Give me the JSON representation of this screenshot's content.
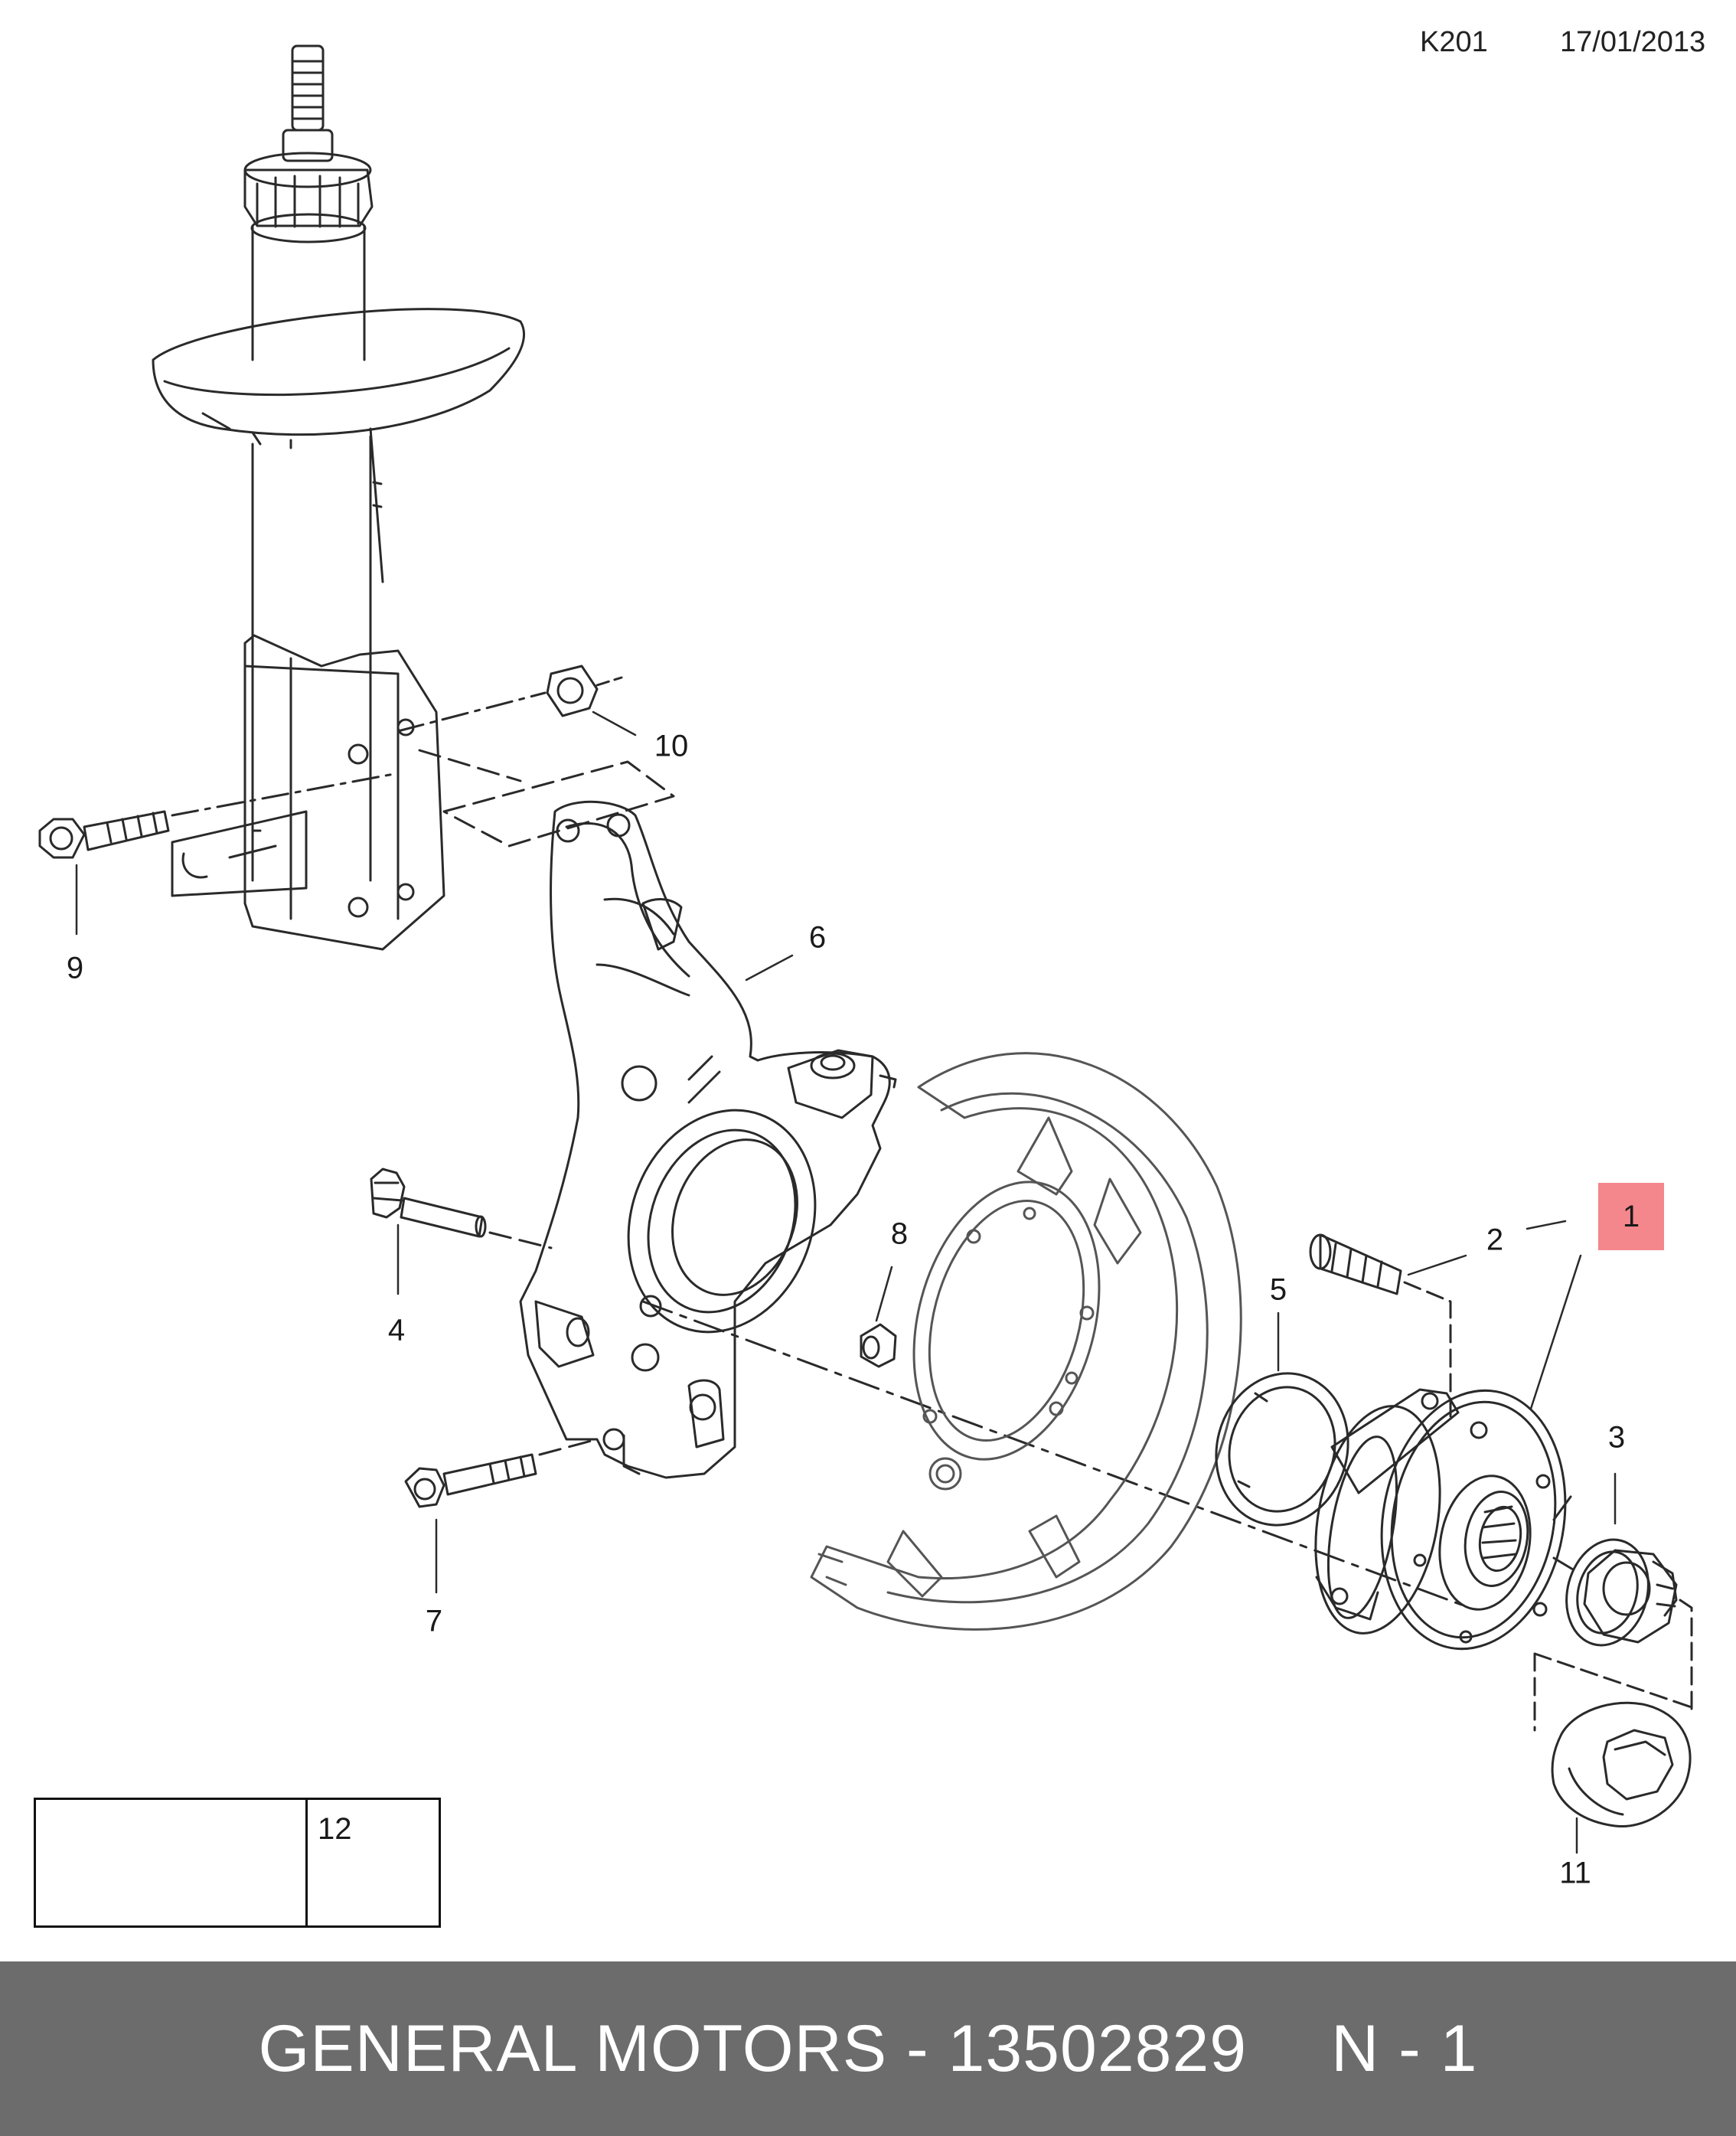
{
  "header": {
    "diagram_code": "K201",
    "date": "17/01/2013"
  },
  "callouts": {
    "c1": "1",
    "c2": "2",
    "c3": "3",
    "c4": "4",
    "c5": "5",
    "c6": "6",
    "c7": "7",
    "c8": "8",
    "c9": "9",
    "c10": "10",
    "c11": "11"
  },
  "highlight_color": "#f4878c",
  "legend": {
    "item_number": "12"
  },
  "footer": {
    "manufacturer_part": "GENERAL MOTORS - 13502829",
    "position": "N - 1"
  }
}
